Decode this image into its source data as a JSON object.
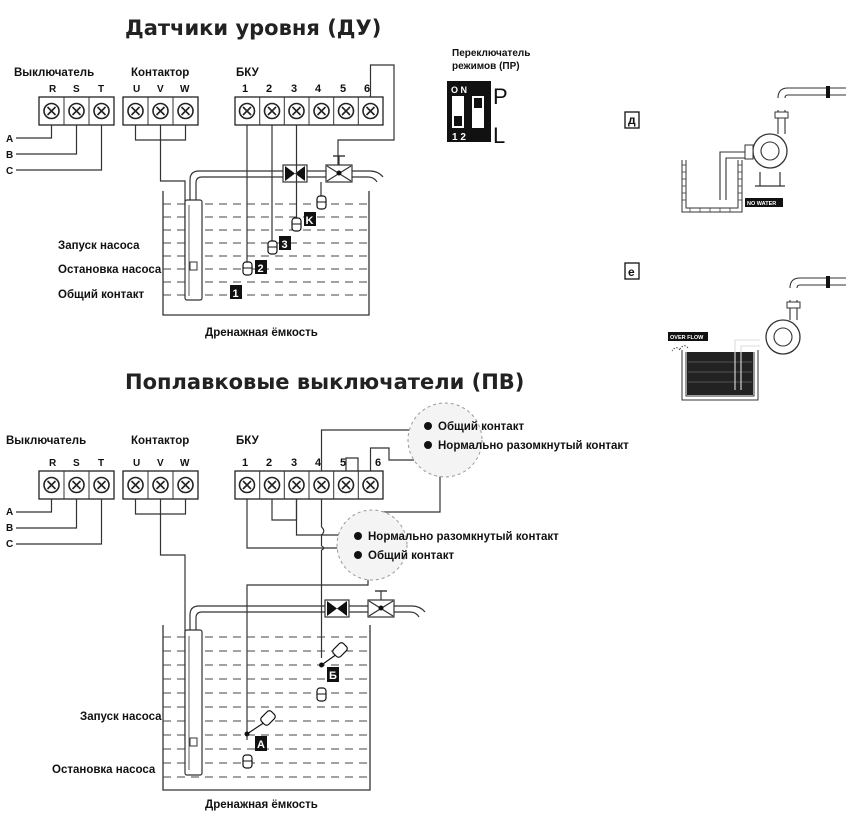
{
  "section1": {
    "title": "Датчики уровня (ДУ)",
    "switch_label": "Выключатель",
    "switch_terminals": [
      "R",
      "S",
      "T"
    ],
    "contactor_label": "Контактор",
    "contactor_terminals": [
      "U",
      "V",
      "W"
    ],
    "bku_label": "БКУ",
    "bku_terminals": [
      "1",
      "2",
      "3",
      "4",
      "5",
      "6"
    ],
    "phases": [
      "A",
      "B",
      "C"
    ],
    "mode_switch_label_line1": "Переключатель",
    "mode_switch_label_line2": "режимов (ПР)",
    "mode_switch_on": "O N",
    "mode_switch_numbers": "1  2",
    "mode_p": "P",
    "mode_l": "L",
    "pump_start": "Запуск насоса",
    "pump_stop": "Остановка насоса",
    "common_contact": "Общий контакт",
    "tank_label": "Дренажная ёмкость",
    "sensor_tags": [
      "1",
      "2",
      "3",
      "K"
    ]
  },
  "section2": {
    "title": "Поплавковые выключатели (ПВ)",
    "switch_label": "Выключатель",
    "switch_terminals": [
      "R",
      "S",
      "T"
    ],
    "contactor_label": "Контактор",
    "contactor_terminals": [
      "U",
      "V",
      "W"
    ],
    "bku_label": "БКУ",
    "bku_terminals": [
      "1",
      "2",
      "3",
      "4",
      "5",
      "6"
    ],
    "phases": [
      "A",
      "B",
      "C"
    ],
    "bubble1_common": "Общий контакт",
    "bubble1_no": "Нормально разомкнутый контакт",
    "bubble2_no": "Нормально разомкнутый контакт",
    "bubble2_common": "Общий контакт",
    "pump_start": "Запуск насоса",
    "pump_stop": "Остановка насоса",
    "tank_label": "Дренажная ёмкость",
    "float_tags": [
      "А",
      "Б"
    ]
  },
  "side": {
    "label_d": "д",
    "label_e": "е",
    "no_water": "NO WATER",
    "overflow": "OVER FLOW"
  }
}
